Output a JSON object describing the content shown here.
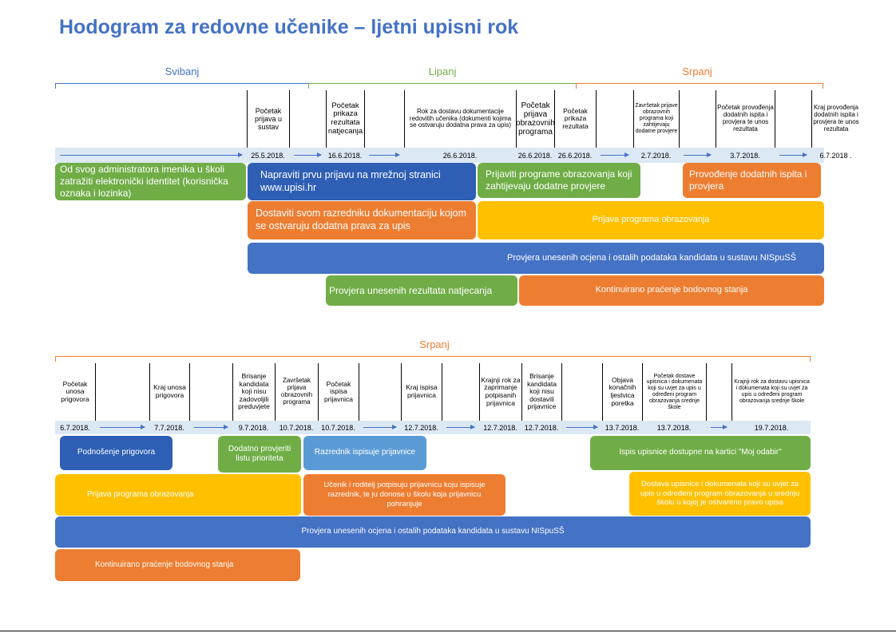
{
  "title": "Hodogram za redovne učenike – ljetni upisni rok",
  "top": {
    "months": [
      {
        "label": "Svibanj",
        "color": "#4472c4"
      },
      {
        "label": "Lipanj",
        "color": "#70ad47"
      },
      {
        "label": "Srpanj",
        "color": "#ed7d31"
      }
    ],
    "columns": [
      {
        "header": "",
        "date": "→"
      },
      {
        "header": "Početak prijava u sustav",
        "date": "25.5.2018."
      },
      {
        "header": "",
        "date": "→"
      },
      {
        "header": "Početak prikaza rezultata natjecanja",
        "date": "16.6.2018."
      },
      {
        "header": "",
        "date": "→"
      },
      {
        "header": "Rok za dostavu dokumentacije redovitih učenika (dokumenti kojima se ostvaruju dodatna prava za upis)",
        "date": "26.6.2018."
      },
      {
        "header": "Početak prijava obrazovnih programa",
        "date": "26.6.2018."
      },
      {
        "header": "Početak prikaza rezultata",
        "date": "26.6.2018."
      },
      {
        "header": "",
        "date": "→"
      },
      {
        "header": "Završetak prijave obrazovnih programa koji zahtijevaju dodatne provjere",
        "date": "2.7.2018."
      },
      {
        "header": "",
        "date": "→"
      },
      {
        "header": "Početak provođenja dodatnih ispita i provjera te unos rezultata",
        "date": "3.7.2018."
      },
      {
        "header": "",
        "date": "→"
      },
      {
        "header": "Kraj provođenja dodatnih ispita i provjera te unos rezultata",
        "date": "6.7.2018 ."
      }
    ],
    "boxes": [
      "Od svog administratora imenika u školi zatražiti elektronički identitet (korisnička oznaka i lozinka)",
      "Napraviti prvu prijavu na mrežnoj stranici www.upisi.hr",
      "Prijaviti programe obrazovanja koji zahtijevaju dodatne provjere",
      "Provođenje dodatnih ispita i provjera",
      "Dostaviti svom razredniku dokumentaciju kojom se ostvaruju dodatna prava za upis",
      "Prijava programa obrazovanja",
      "Provjera unesenih ocjena i ostalih podataka kandidata u sustavu NISpuSŠ",
      "Provjera  unesenih rezultata natjecanja",
      "Kontinuirano praćenje bodovnog stanja"
    ]
  },
  "bottom": {
    "month": {
      "label": "Srpanj",
      "color": "#ed7d31"
    },
    "columns": [
      {
        "header": "Početak unosa prigovora",
        "date": "6.7.2018."
      },
      {
        "header": "",
        "date": "→"
      },
      {
        "header": "Kraj unosa prigovora",
        "date": "7.7.2018."
      },
      {
        "header": "",
        "date": "→"
      },
      {
        "header": "Brisanje kandidata koji nisu zadovoljili preduvjete",
        "date": "9.7.2018."
      },
      {
        "header": "Završetak prijava obrazovnih programa",
        "date": "10.7.2018."
      },
      {
        "header": "Početak ispisa prijavnica",
        "date": "10.7.2018."
      },
      {
        "header": "",
        "date": "→"
      },
      {
        "header": "Kraj ispisa prijavnica",
        "date": "12.7.2018."
      },
      {
        "header": "",
        "date": "→"
      },
      {
        "header": "Krajnji rok za zaprimanje potpisanih prijavnica",
        "date": "12.7.2018."
      },
      {
        "header": "Brisanje kandidata koji nisu dostavili prijavnice",
        "date": "12.7.2018."
      },
      {
        "header": "",
        "date": "→"
      },
      {
        "header": "Objava konačnih ljestvica poretka",
        "date": "13.7.2018."
      },
      {
        "header": "Početak dostave upisnica i dokumenata koji su uvjet za upis u određeni program obrazovanja srednje škole",
        "date": "13.7.2018."
      },
      {
        "header": "",
        "date": "→"
      },
      {
        "header": "Krajnji rok za dostavu upisnica i dokumenata koji su uvjet za upis u određeni program obrazovanja srednje škole",
        "date": "19.7.2018."
      }
    ],
    "boxes": [
      "Podnošenje prigovora",
      "Dodatno provjeriti listu prioriteta",
      "Razrednik ispisuje prijavnice",
      "Ispis upisnice dostupne na kartici \"Moj odabir\"",
      "Prijava programa obrazovanja",
      "Učenik i roditelj potpisuju prijavnicu koju ispisuje razrednik, te ju donose u školu koja prijavnicu pohranjuje",
      "Dostava upisnice i  dokumenata koji su uvjet za upis u određeni program obrazovanja u srednju školu u kojoj je ostvareno pravo upisa",
      "Provjera unesenih ocjena i ostalih podataka kandidata u sustavu NISpuSŠ",
      "Kontinuirano praćenje bodovnog stanja"
    ]
  }
}
